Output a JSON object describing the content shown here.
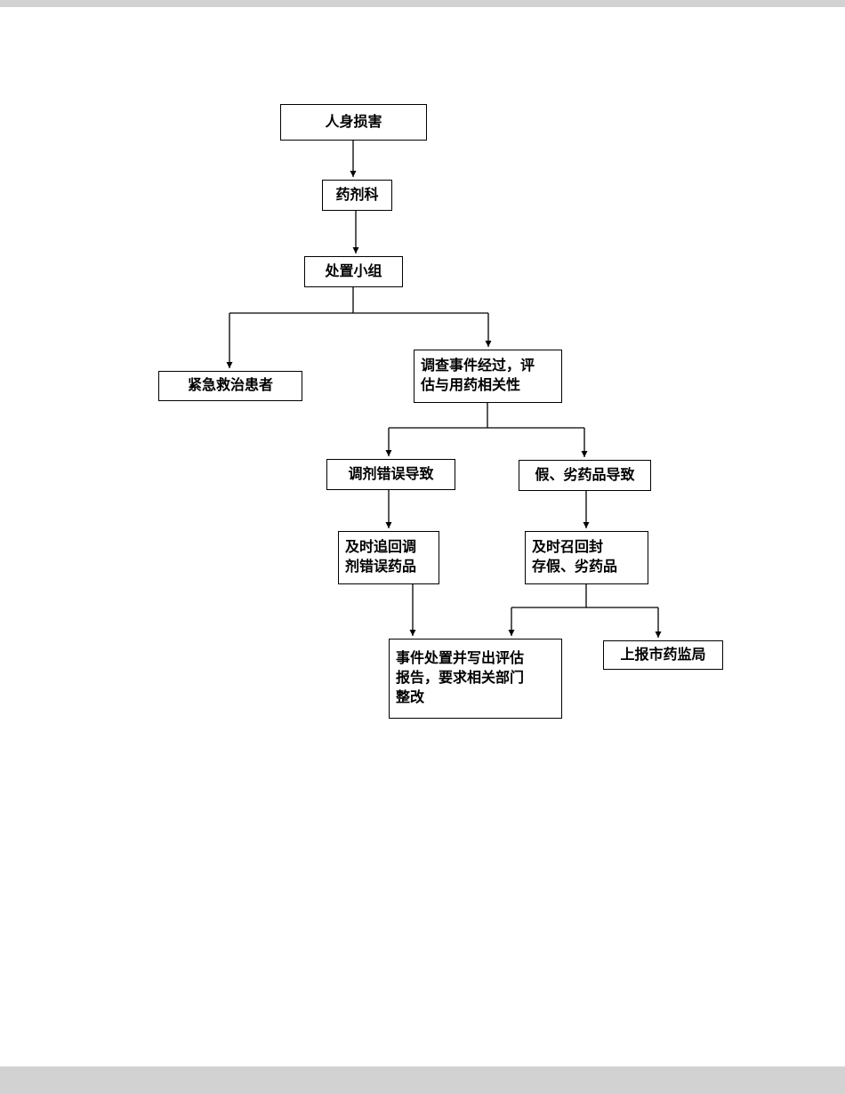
{
  "document": {
    "page_background": "#ffffff",
    "chrome_color": "#d2d2d2",
    "line_color": "#000000"
  },
  "flowchart": {
    "nodes": {
      "personal_injury": {
        "label": "人身损害"
      },
      "pharmacy_dept": {
        "label": "药剂科"
      },
      "disposal_team": {
        "label": "处置小组"
      },
      "emergency_treatment": {
        "label": "紧急救治患者"
      },
      "investigate": {
        "label": "调查事件经过，评\n估与用药相关性"
      },
      "dispensing_error": {
        "label": "调剂错误导致"
      },
      "fake_inferior_drugs": {
        "label": "假、劣药品导致"
      },
      "recall_wrong_drugs": {
        "label": "及时追回调\n剂错误药品"
      },
      "recall_seal_drugs": {
        "label": "及时召回封\n存假、劣药品"
      },
      "incident_report": {
        "label": "事件处置并写出评估\n报告，要求相关部门\n整改"
      },
      "report_authority": {
        "label": "上报市药监局"
      }
    }
  }
}
